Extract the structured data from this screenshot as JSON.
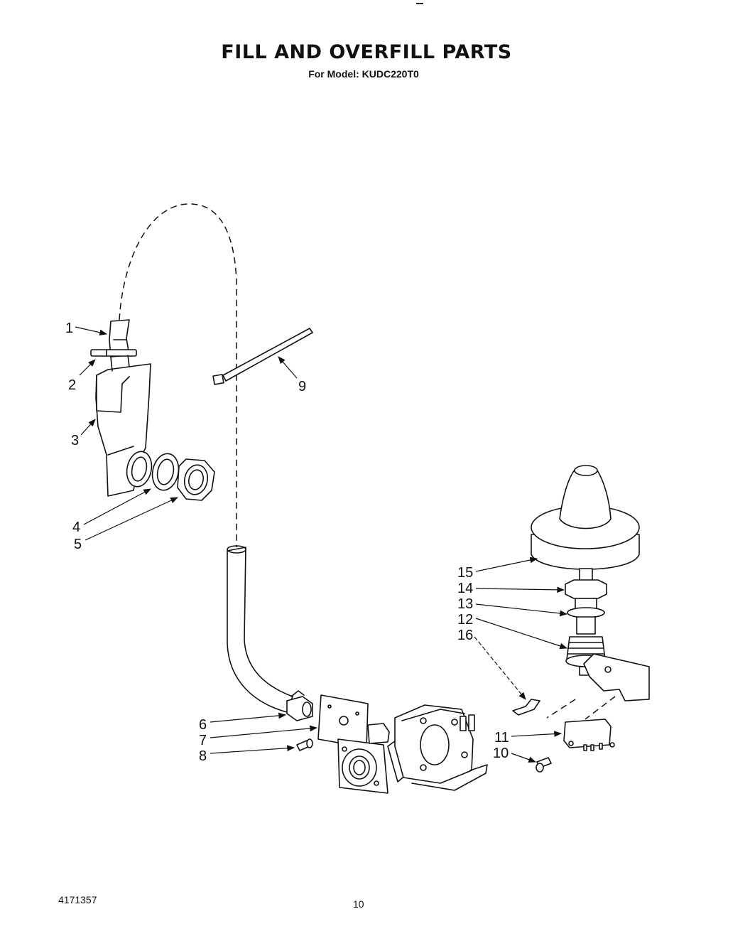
{
  "header": {
    "title": "FILL AND OVERFILL PARTS",
    "subtitle": "For Model: KUDC220T0"
  },
  "footer": {
    "doc_number": "4171357",
    "page_number": "10"
  },
  "callouts": [
    "1",
    "2",
    "3",
    "4",
    "5",
    "6",
    "7",
    "8",
    "9",
    "10",
    "11",
    "12",
    "13",
    "14",
    "15",
    "16"
  ]
}
